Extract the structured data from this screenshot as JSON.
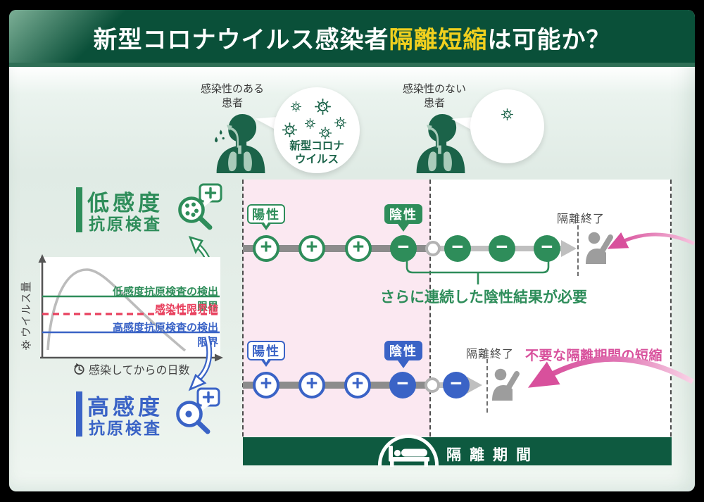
{
  "title": {
    "pre": "新型コロナウイルス感染者",
    "highlight": "隔離短縮",
    "post": "は可能か？"
  },
  "figures": {
    "infectious_l1": "感染性のある",
    "infectious_l2": "患者",
    "noninfectious_l1": "感染性のない",
    "noninfectious_l2": "患者",
    "virus_l1": "新型コロナ",
    "virus_l2": "ウイルス"
  },
  "tests": {
    "low_title": "低感度",
    "low_sub": "抗原検査",
    "high_title": "高感度",
    "high_sub": "抗原検査"
  },
  "chart": {
    "ylabel": "ウイルス量",
    "xlabel": "感染してからの日数",
    "low_limit": "低感度抗原検査の検出限界",
    "infectivity": "感染性限界値",
    "high_limit": "高感度抗原検査の検出限界"
  },
  "chart_data": {
    "type": "line",
    "title": "",
    "xlabel": "感染してからの日数",
    "ylabel": "ウイルス量",
    "x": [
      0,
      0.5,
      1,
      1.5,
      2,
      3,
      4,
      5,
      6,
      7,
      8
    ],
    "series": [
      {
        "name": "ウイルス量 (viral load curve)",
        "color": "#bcbcbc",
        "values": [
          0.02,
          0.35,
          0.75,
          0.95,
          1.0,
          0.92,
          0.78,
          0.6,
          0.42,
          0.22,
          0.04
        ]
      }
    ],
    "reference_lines": [
      {
        "label": "低感度抗原検査の検出限界",
        "y": 0.68,
        "color": "#2e8d5a",
        "style": "solid"
      },
      {
        "label": "感染性限界値",
        "y": 0.48,
        "color": "#e8405e",
        "style": "dashed"
      },
      {
        "label": "高感度抗原検査の検出限界",
        "y": 0.28,
        "color": "#3a63c6",
        "style": "solid"
      }
    ],
    "ylim": [
      0,
      1.1
    ],
    "grid": false,
    "legend": false,
    "axis_style": "arrows, no numeric ticks"
  },
  "timeline": {
    "positive": "陽性",
    "negative": "陰性",
    "end": "隔離終了",
    "plus": "+",
    "minus": "−",
    "green_note": "さらに連続した陰性結果が必要",
    "pink_note": "不要な隔離期間の短縮",
    "green_row_results": [
      "+",
      "+",
      "+",
      "−",
      "untested",
      "−",
      "−",
      "−"
    ],
    "blue_row_results": [
      "+",
      "+",
      "+",
      "−",
      "untested",
      "−"
    ]
  },
  "isolation": {
    "label": "隔離期間"
  },
  "colors": {
    "green": "#2e8d5a",
    "dark_green": "#0e5a40",
    "blue": "#3a63c6",
    "pink": "#d8509c",
    "pink_bg": "#fbe8f1",
    "red": "#e8405e",
    "yellow": "#f1d01e"
  }
}
